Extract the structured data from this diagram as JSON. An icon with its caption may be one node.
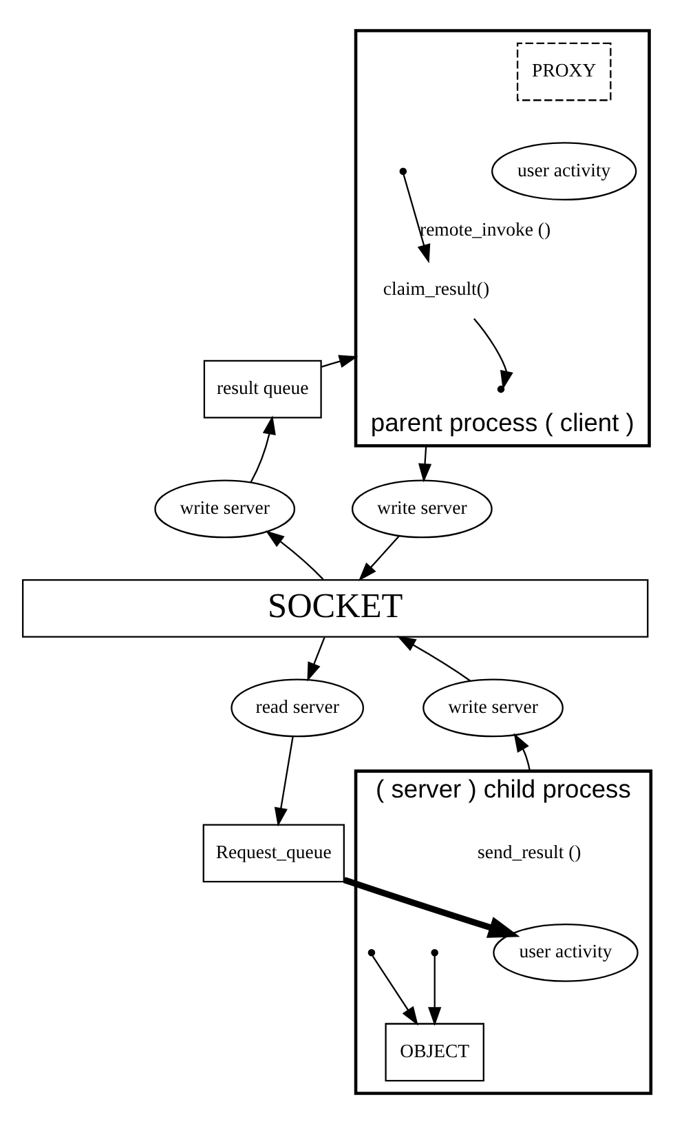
{
  "diagram": {
    "nodes": [
      {
        "text": [
          "parent process ( client )"
        ]
      },
      {
        "text": [
          "PROXY"
        ],
        "in": 0
      },
      {
        "text": [
          "user activity"
        ],
        "in": 0
      },
      {
        "text": [
          "claim_result()"
        ],
        "in": 0
      },
      {
        "text": [
          "result queue"
        ]
      },
      {
        "text": [
          "write server"
        ]
      },
      {
        "text": [
          "write server"
        ]
      },
      {
        "text": [
          "SOCKET"
        ]
      },
      {
        "text": [
          "read server"
        ]
      },
      {
        "text": [
          "write server"
        ]
      },
      {
        "text": [
          "Request_queue"
        ]
      },
      {
        "text": [
          "( server ) child process"
        ]
      },
      {
        "text": [
          "send_result ()"
        ],
        "in": 11
      },
      {
        "text": [
          "user activity"
        ],
        "in": 11
      },
      {
        "text": [
          "OBJECT"
        ],
        "in": 11
      }
    ],
    "edges": [
      {
        "from": null,
        "to": 3,
        "arrow": "to",
        "label": "remote_invoke ()"
      },
      {
        "from": 3,
        "to": null,
        "arrow": "to"
      },
      {
        "from": 0,
        "to": 5,
        "arrow": "to"
      },
      {
        "from": 5,
        "to": 7,
        "arrow": "to"
      },
      {
        "from": 7,
        "to": 8,
        "arrow": "to"
      },
      {
        "from": 8,
        "to": 10,
        "arrow": "to"
      },
      {
        "from": 10,
        "to": 13,
        "arrow": "to",
        "style": "thick"
      },
      {
        "from": 11,
        "to": 9,
        "arrow": "to"
      },
      {
        "from": 9,
        "to": 7,
        "arrow": "to"
      },
      {
        "from": 7,
        "to": 6,
        "arrow": "to"
      },
      {
        "from": 6,
        "to": 4,
        "arrow": "to"
      },
      {
        "from": 4,
        "to": 0,
        "arrow": "to"
      },
      {
        "from": null,
        "to": 14,
        "arrow": "to"
      },
      {
        "from": null,
        "to": 14,
        "arrow": "to"
      }
    ]
  }
}
